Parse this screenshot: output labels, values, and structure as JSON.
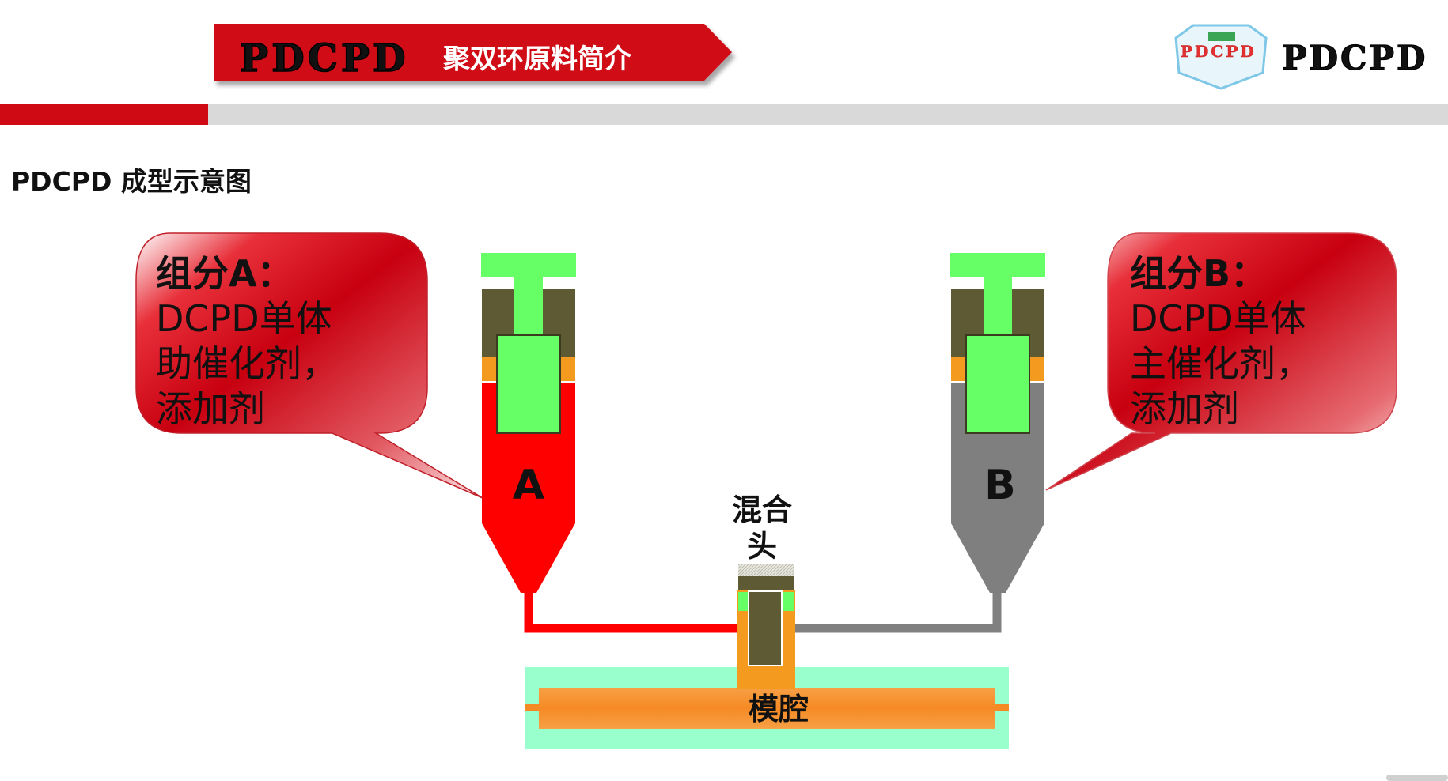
{
  "header": {
    "banner_brand": "PDCPD",
    "banner_title": "聚双环原料简介",
    "logo_badge_text": "PDCPD",
    "logo_wordmark": "PDCPD"
  },
  "section_title": "PDCPD 成型示意图",
  "diagram": {
    "callout_a": {
      "heading": "组分A：",
      "lines": [
        "DCPD单体",
        "助催化剂，",
        "添加剂"
      ]
    },
    "callout_b": {
      "heading": "组分B：",
      "lines": [
        "DCPD单体",
        "主催化剂，",
        "添加剂"
      ]
    },
    "tank_a_label": "A",
    "tank_b_label": "B",
    "mix_head_label_line1": "混合",
    "mix_head_label_line2": "头",
    "mold_label": "模腔"
  },
  "colors": {
    "brand_red": "#d00a15",
    "tank_a_red": "#ff0000",
    "tank_b_gray": "#7f7f7f",
    "piston_green": "#66ff66",
    "cylinder_olive": "#5e5a34",
    "ring_orange": "#f39a1f",
    "mold_mint": "#99ffcc",
    "mold_orange": "#f5892a",
    "rule_gray": "#d9d9d9"
  }
}
